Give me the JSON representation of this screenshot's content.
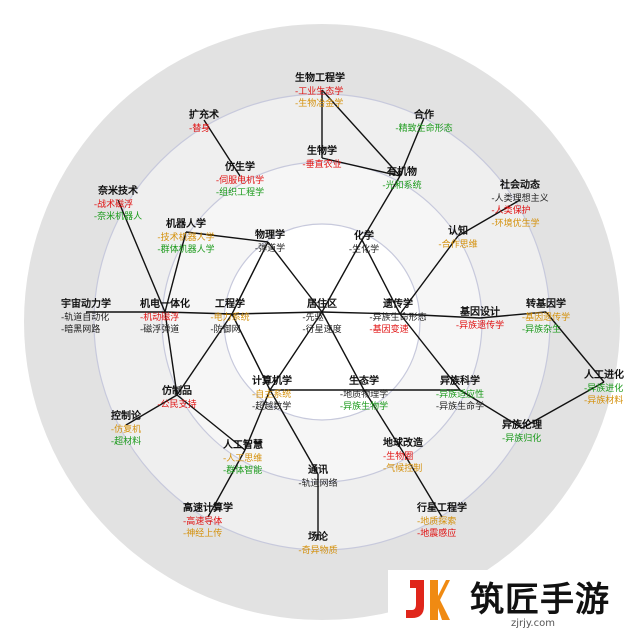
{
  "colors": {
    "ring_outer": "#e2e2e2",
    "ring_mid": "#efefef",
    "ring_inner": "#f6f6f6",
    "center": "#ffffff",
    "ring_stroke": "#c7c9dc",
    "edge": "#111111",
    "red": "#e01010",
    "green": "#1a9a1a",
    "yellow": "#d4900a"
  },
  "nodes": [
    {
      "id": "juzhuqu",
      "title": "居住区",
      "items": [
        [
          "-先驱",
          "k"
        ],
        [
          "-行星速度",
          "k"
        ]
      ]
    },
    {
      "id": "wulixue",
      "title": "物理学",
      "items": [
        [
          "-弹道学",
          "k"
        ]
      ]
    },
    {
      "id": "huaxue",
      "title": "化学",
      "items": [
        [
          "-生化学",
          "k"
        ]
      ]
    },
    {
      "id": "gongchengxue",
      "title": "工程学",
      "items": [
        [
          "-电力系统",
          "y"
        ],
        [
          "-防御网",
          "k"
        ]
      ]
    },
    {
      "id": "yichuanxue",
      "title": "遗传学",
      "items": [
        [
          "-异族生命形态",
          "k"
        ],
        [
          "-基因变速",
          "r"
        ]
      ]
    },
    {
      "id": "jisuanjixue",
      "title": "计算机学",
      "items": [
        [
          "-自主系统",
          "y"
        ],
        [
          "-超越数学",
          "k"
        ]
      ]
    },
    {
      "id": "shengtaixue",
      "title": "生态学",
      "items": [
        [
          "-地质物理学",
          "k"
        ],
        [
          "-异族生物学",
          "g"
        ]
      ]
    },
    {
      "id": "shengwuxue",
      "title": "生物学",
      "items": [
        [
          "-垂直农业",
          "r"
        ]
      ]
    },
    {
      "id": "youjiwu",
      "title": "有机物",
      "items": [
        [
          "-光和系统",
          "g"
        ]
      ]
    },
    {
      "id": "fangshengxue",
      "title": "仿生学",
      "items": [
        [
          "-伺服电机学",
          "r"
        ],
        [
          "-组织工程学",
          "g"
        ]
      ]
    },
    {
      "id": "jiqirenxue",
      "title": "机器人学",
      "items": [
        [
          "-技术机器人学",
          "y"
        ],
        [
          "-群体机器人学",
          "g"
        ]
      ]
    },
    {
      "id": "jidianyitihua",
      "title": "机电一体化",
      "items": [
        [
          "-机动磁浮",
          "r"
        ],
        [
          "-磁浮弹道",
          "k"
        ]
      ]
    },
    {
      "id": "fangzhipin",
      "title": "仿制品",
      "items": [
        [
          "-公民支持",
          "r"
        ]
      ]
    },
    {
      "id": "rengongzhihui",
      "title": "人工智慧",
      "items": [
        [
          "-人工思维",
          "y"
        ],
        [
          "-群体智能",
          "g"
        ]
      ]
    },
    {
      "id": "tongxun",
      "title": "通讯",
      "items": [
        [
          "-轨道网络",
          "k"
        ]
      ]
    },
    {
      "id": "diqiugaizao",
      "title": "地球改造",
      "items": [
        [
          "-生物圈",
          "r"
        ],
        [
          "-气候控制",
          "y"
        ]
      ]
    },
    {
      "id": "yizukexue",
      "title": "异族科学",
      "items": [
        [
          "-异族适应性",
          "g"
        ],
        [
          "-异族生命学",
          "k"
        ]
      ]
    },
    {
      "id": "jiyinsheji",
      "title": "基因设计",
      "items": [
        [
          "-异族遗传学",
          "r"
        ]
      ]
    },
    {
      "id": "renzhi",
      "title": "认知",
      "items": [
        [
          "-合作思维",
          "y"
        ]
      ]
    },
    {
      "id": "kuochongshu",
      "title": "扩充术",
      "items": [
        [
          "-替身",
          "r"
        ]
      ]
    },
    {
      "id": "shengwugongchengxue",
      "title": "生物工程学",
      "items": [
        [
          "-工业生态学",
          "r"
        ],
        [
          "-生物冶金学",
          "y"
        ]
      ]
    },
    {
      "id": "hezuo",
      "title": "合作",
      "items": [
        [
          "-精致生命形态",
          "g"
        ]
      ]
    },
    {
      "id": "shehuidongtai",
      "title": "社会动态",
      "items": [
        [
          "-人类理想主义",
          "k"
        ],
        [
          "-人类保护",
          "r"
        ],
        [
          "-环境优生学",
          "y"
        ]
      ]
    },
    {
      "id": "zhuanjiyinxue",
      "title": "转基因学",
      "items": [
        [
          "-基因遗传学",
          "y"
        ],
        [
          "-异族杂生",
          "g"
        ]
      ]
    },
    {
      "id": "rengongjinhua",
      "title": "人工进化",
      "items": [
        [
          "-异族进化",
          "g"
        ],
        [
          "-异族材料",
          "y"
        ]
      ]
    },
    {
      "id": "yizulunli",
      "title": "异族伦理",
      "items": [
        [
          "-异族归化",
          "g"
        ]
      ]
    },
    {
      "id": "xingxinggongchengxue",
      "title": "行星工程学",
      "items": [
        [
          "-地质探索",
          "y"
        ],
        [
          "-地震感应",
          "r"
        ]
      ]
    },
    {
      "id": "changlun",
      "title": "场论",
      "items": [
        [
          "-奇异物质",
          "y"
        ]
      ]
    },
    {
      "id": "gaosujisuanxue",
      "title": "高速计算学",
      "items": [
        [
          "-高速导体",
          "r"
        ],
        [
          "-神经上传",
          "y"
        ]
      ]
    },
    {
      "id": "kongzhilun",
      "title": "控制论",
      "items": [
        [
          "-仿复机",
          "y"
        ],
        [
          "-超材料",
          "g"
        ]
      ]
    },
    {
      "id": "yuzhoudonglixue",
      "title": "宇宙动力学",
      "items": [
        [
          "-轨道自动化",
          "k"
        ],
        [
          "-暗黑网路",
          "k"
        ]
      ]
    },
    {
      "id": "naimijishu",
      "title": "奈米技术",
      "items": [
        [
          "-战术磁浮",
          "r"
        ],
        [
          "-奈米机器人",
          "g"
        ]
      ]
    }
  ],
  "edges": [
    [
      "juzhuqu",
      "wulixue"
    ],
    [
      "juzhuqu",
      "huaxue"
    ],
    [
      "juzhuqu",
      "gongchengxue"
    ],
    [
      "juzhuqu",
      "yichuanxue"
    ],
    [
      "juzhuqu",
      "jisuanjixue"
    ],
    [
      "juzhuqu",
      "shengtaixue"
    ],
    [
      "wulixue",
      "jiqirenxue"
    ],
    [
      "wulixue",
      "gongchengxue"
    ],
    [
      "huaxue",
      "youjiwu"
    ],
    [
      "huaxue",
      "yichuanxue"
    ],
    [
      "shengwuxue",
      "youjiwu"
    ],
    [
      "shengwuxue",
      "shengwugongchengxue"
    ],
    [
      "youjiwu",
      "hezuo"
    ],
    [
      "shengwugongchengxue",
      "youjiwu"
    ],
    [
      "fangshengxue",
      "kuochongshu"
    ],
    [
      "jidianyitihua",
      "jiqirenxue"
    ],
    [
      "jidianyitihua",
      "naimijishu"
    ],
    [
      "jidianyitihua",
      "fangzhipin"
    ],
    [
      "gongchengxue",
      "jidianyitihua"
    ],
    [
      "gongchengxue",
      "fangzhipin"
    ],
    [
      "gongchengxue",
      "jisuanjixue"
    ],
    [
      "yuzhoudonglixue",
      "jidianyitihua"
    ],
    [
      "fangzhipin",
      "kongzhilun"
    ],
    [
      "fangzhipin",
      "rengongzhihui"
    ],
    [
      "jisuanjixue",
      "rengongzhihui"
    ],
    [
      "jisuanjixue",
      "tongxun"
    ],
    [
      "jisuanjixue",
      "shengtaixue"
    ],
    [
      "rengongzhihui",
      "gaosujisuanxue"
    ],
    [
      "tongxun",
      "changlun"
    ],
    [
      "shengtaixue",
      "diqiugaizao"
    ],
    [
      "shengtaixue",
      "yizukexue"
    ],
    [
      "diqiugaizao",
      "xingxinggongchengxue"
    ],
    [
      "yichuanxue",
      "jiyinsheji"
    ],
    [
      "yichuanxue",
      "yizukexue"
    ],
    [
      "yichuanxue",
      "renzhi"
    ],
    [
      "renzhi",
      "shehuidongtai"
    ],
    [
      "jiyinsheji",
      "zhuanjiyinxue"
    ],
    [
      "zhuanjiyinxue",
      "rengongjinhua"
    ],
    [
      "yizukexue",
      "yizulunli"
    ],
    [
      "yizulunli",
      "rengongjinhua"
    ]
  ],
  "watermark": {
    "name": "筑匠手游",
    "url": "zjrjy.com",
    "logo_letters": "JK"
  }
}
